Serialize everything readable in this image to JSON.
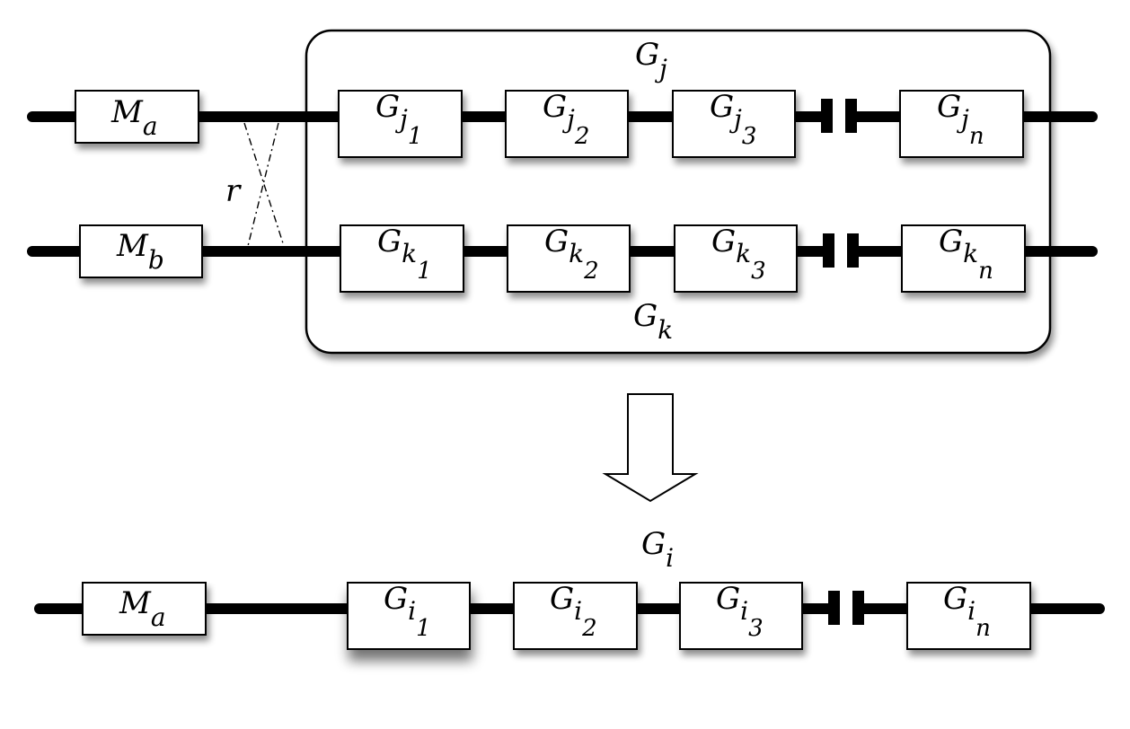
{
  "top": {
    "group_j_label": {
      "main": "G",
      "sub": "j"
    },
    "group_k_label": {
      "main": "G",
      "sub": "k"
    },
    "recomb_label": "r",
    "row_j": {
      "marker": {
        "main": "M",
        "sub": "a"
      },
      "genes": [
        {
          "main": "G",
          "sub": "j",
          "subsub": "1"
        },
        {
          "main": "G",
          "sub": "j",
          "subsub": "2"
        },
        {
          "main": "G",
          "sub": "j",
          "subsub": "3"
        },
        {
          "main": "G",
          "sub": "j",
          "subsub": "n"
        }
      ]
    },
    "row_k": {
      "marker": {
        "main": "M",
        "sub": "b"
      },
      "genes": [
        {
          "main": "G",
          "sub": "k",
          "subsub": "1"
        },
        {
          "main": "G",
          "sub": "k",
          "subsub": "2"
        },
        {
          "main": "G",
          "sub": "k",
          "subsub": "3"
        },
        {
          "main": "G",
          "sub": "k",
          "subsub": "n"
        }
      ]
    }
  },
  "bottom": {
    "group_i_label": {
      "main": "G",
      "sub": "i"
    },
    "row_i": {
      "marker": {
        "main": "M",
        "sub": "a"
      },
      "genes": [
        {
          "main": "G",
          "sub": "i",
          "subsub": "1"
        },
        {
          "main": "G",
          "sub": "i",
          "subsub": "2"
        },
        {
          "main": "G",
          "sub": "i",
          "subsub": "3"
        },
        {
          "main": "G",
          "sub": "i",
          "subsub": "n"
        }
      ]
    }
  }
}
